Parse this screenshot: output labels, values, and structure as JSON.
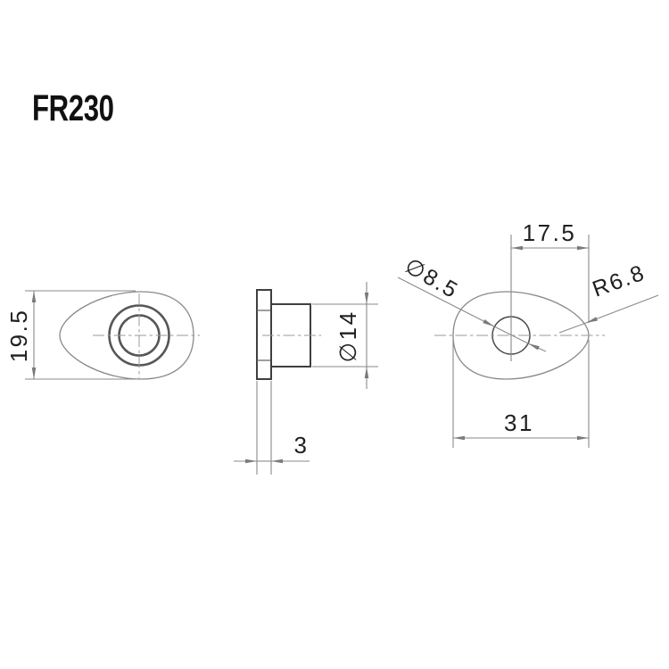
{
  "page": {
    "background": "#ffffff"
  },
  "drawing": {
    "part_code": "FR230",
    "colors": {
      "edge": "#3f3f3f",
      "thick_edge": "#575757",
      "thin_line": "#8a8a8a",
      "center_line": "#9a9a9a",
      "text": "#1f1f1f",
      "title": "#111111",
      "arrow": "#7a7a7a"
    },
    "views": {
      "front_view": {
        "height_dim_label": "19.5"
      },
      "side_view": {
        "thickness_dim_label": "3",
        "boss_diameter_dim_label": "∅14"
      },
      "rear_view": {
        "hole_offset_dim_label": "17.5",
        "hole_diameter_dim_label": "∅8.5",
        "end_radius_dim_label": "R6.8",
        "width_dim_label": "31"
      }
    }
  }
}
